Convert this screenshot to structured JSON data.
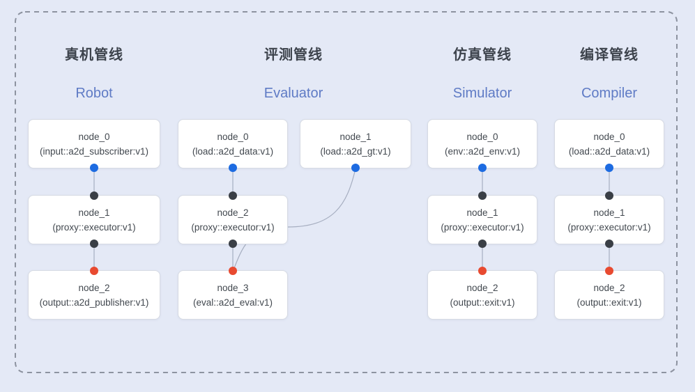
{
  "diagram": {
    "pipelines": [
      {
        "id": "robot",
        "title": "真机管线",
        "subtitle": "Robot",
        "nodes": [
          {
            "name": "node_0",
            "type": "(input::a2d_subscriber:v1)"
          },
          {
            "name": "node_1",
            "type": "(proxy::executor:v1)"
          },
          {
            "name": "node_2",
            "type": "(output::a2d_publisher:v1)"
          }
        ]
      },
      {
        "id": "evaluator",
        "title": "评测管线",
        "subtitle": "Evaluator",
        "nodes": [
          {
            "name": "node_0",
            "type": "(load::a2d_data:v1)"
          },
          {
            "name": "node_1",
            "type": "(load::a2d_gt:v1)"
          },
          {
            "name": "node_2",
            "type": "(proxy::executor:v1)"
          },
          {
            "name": "node_3",
            "type": "(eval::a2d_eval:v1)"
          }
        ]
      },
      {
        "id": "simulator",
        "title": "仿真管线",
        "subtitle": "Simulator",
        "nodes": [
          {
            "name": "node_0",
            "type": "(env::a2d_env:v1)"
          },
          {
            "name": "node_1",
            "type": "(proxy::executor:v1)"
          },
          {
            "name": "node_2",
            "type": "(output::exit:v1)"
          }
        ]
      },
      {
        "id": "compiler",
        "title": "编译管线",
        "subtitle": "Compiler",
        "nodes": [
          {
            "name": "node_0",
            "type": "(load::a2d_data:v1)"
          },
          {
            "name": "node_1",
            "type": "(proxy::executor:v1)"
          },
          {
            "name": "node_2",
            "type": "(output::exit:v1)"
          }
        ]
      }
    ],
    "colors": {
      "background": "#e4e9f6",
      "dashed_border": "#8d93a0",
      "box_bg": "#ffffff",
      "box_border": "#d6dae3",
      "edge": "#a6aec0",
      "port_output": "#1d6be1",
      "port_mid": "#3a3f46",
      "port_terminal": "#e84a30",
      "title_text": "#3d434c",
      "subtitle_text": "#5f7bc5",
      "node_text": "#42484f"
    }
  }
}
